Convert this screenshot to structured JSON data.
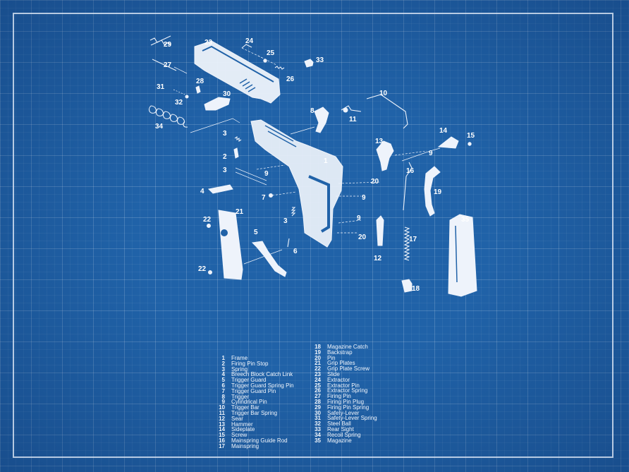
{
  "diagram": {
    "callouts": [
      {
        "id": "29",
        "label": "29"
      },
      {
        "id": "27",
        "label": "27"
      },
      {
        "id": "23",
        "label": "23"
      },
      {
        "id": "24",
        "label": "24"
      },
      {
        "id": "25",
        "label": "25"
      },
      {
        "id": "26",
        "label": "26"
      },
      {
        "id": "33",
        "label": "33"
      },
      {
        "id": "28",
        "label": "28"
      },
      {
        "id": "31",
        "label": "31"
      },
      {
        "id": "32",
        "label": "32"
      },
      {
        "id": "30",
        "label": "30"
      },
      {
        "id": "10",
        "label": "10"
      },
      {
        "id": "8",
        "label": "8"
      },
      {
        "id": "11",
        "label": "11"
      },
      {
        "id": "34",
        "label": "34"
      },
      {
        "id": "3a",
        "label": "3"
      },
      {
        "id": "14",
        "label": "14"
      },
      {
        "id": "15",
        "label": "15"
      },
      {
        "id": "13",
        "label": "13"
      },
      {
        "id": "2",
        "label": "2"
      },
      {
        "id": "1",
        "label": "1"
      },
      {
        "id": "9a",
        "label": "9"
      },
      {
        "id": "3b",
        "label": "3"
      },
      {
        "id": "9b",
        "label": "9"
      },
      {
        "id": "16",
        "label": "16"
      },
      {
        "id": "20a",
        "label": "20"
      },
      {
        "id": "4",
        "label": "4"
      },
      {
        "id": "19",
        "label": "19"
      },
      {
        "id": "7",
        "label": "7"
      },
      {
        "id": "9c",
        "label": "9"
      },
      {
        "id": "21",
        "label": "21"
      },
      {
        "id": "22a",
        "label": "22"
      },
      {
        "id": "35",
        "label": "35"
      },
      {
        "id": "3c",
        "label": "3"
      },
      {
        "id": "9d",
        "label": "9"
      },
      {
        "id": "5",
        "label": "5"
      },
      {
        "id": "20b",
        "label": "20"
      },
      {
        "id": "17",
        "label": "17"
      },
      {
        "id": "6",
        "label": "6"
      },
      {
        "id": "12",
        "label": "12"
      },
      {
        "id": "22b",
        "label": "22"
      },
      {
        "id": "18",
        "label": "18"
      }
    ]
  },
  "parts_list": {
    "col1": [
      {
        "n": "1",
        "name": "Frame"
      },
      {
        "n": "2",
        "name": "Firing Pin Stop"
      },
      {
        "n": "3",
        "name": "Spring"
      },
      {
        "n": "4",
        "name": "Breech Block Catch Link"
      },
      {
        "n": "5",
        "name": "Trigger Guard"
      },
      {
        "n": "6",
        "name": "Trigger Guard Spring Pin"
      },
      {
        "n": "7",
        "name": "Trigger Guard Pin"
      },
      {
        "n": "8",
        "name": "Trigger"
      },
      {
        "n": "9",
        "name": "Cylindrical Pin"
      },
      {
        "n": "10",
        "name": "Trigger Bar"
      },
      {
        "n": "11",
        "name": "Trigger Bar Spring"
      },
      {
        "n": "12",
        "name": "Sear"
      },
      {
        "n": "13",
        "name": "Hammer"
      },
      {
        "n": "14",
        "name": "Sideplate"
      },
      {
        "n": "15",
        "name": "Screw"
      },
      {
        "n": "16",
        "name": "Mainspring Guide Rod"
      },
      {
        "n": "17",
        "name": "Mainspring"
      }
    ],
    "col2": [
      {
        "n": "18",
        "name": "Magazine Catch"
      },
      {
        "n": "19",
        "name": "Backstrap"
      },
      {
        "n": "20",
        "name": "Pin"
      },
      {
        "n": "21",
        "name": "Grip Plates"
      },
      {
        "n": "22",
        "name": "Grip Plate Screw"
      },
      {
        "n": "23",
        "name": "Slide"
      },
      {
        "n": "24",
        "name": "Extractor"
      },
      {
        "n": "25",
        "name": "Extractor Pin"
      },
      {
        "n": "26",
        "name": "Extractor Spring"
      },
      {
        "n": "27",
        "name": "Firing Pin"
      },
      {
        "n": "28",
        "name": "Firing Pin Plug"
      },
      {
        "n": "29",
        "name": "Firing Pin Spring"
      },
      {
        "n": "30",
        "name": "Safety-Lever"
      },
      {
        "n": "31",
        "name": "Safety-Lever Spring"
      },
      {
        "n": "32",
        "name": "Steel Ball"
      },
      {
        "n": "33",
        "name": "Rear Sight"
      },
      {
        "n": "34",
        "name": "Recoil Spring"
      },
      {
        "n": "35",
        "name": "Magazine"
      }
    ]
  },
  "colors": {
    "background": "#2062a8",
    "ink": "#eef3fb",
    "grid": "#ffffff"
  }
}
